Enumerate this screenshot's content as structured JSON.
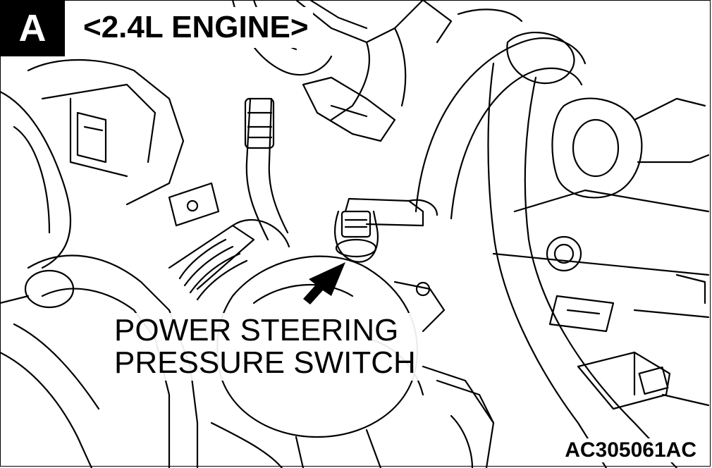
{
  "view_tag": "A",
  "engine_label": "<2.4L ENGINE>",
  "callout": {
    "line1": "POWER STEERING",
    "line2": "PRESSURE SWITCH"
  },
  "figure_id": "AC305061AC",
  "colors": {
    "ink": "#000000",
    "paper": "#ffffff"
  }
}
